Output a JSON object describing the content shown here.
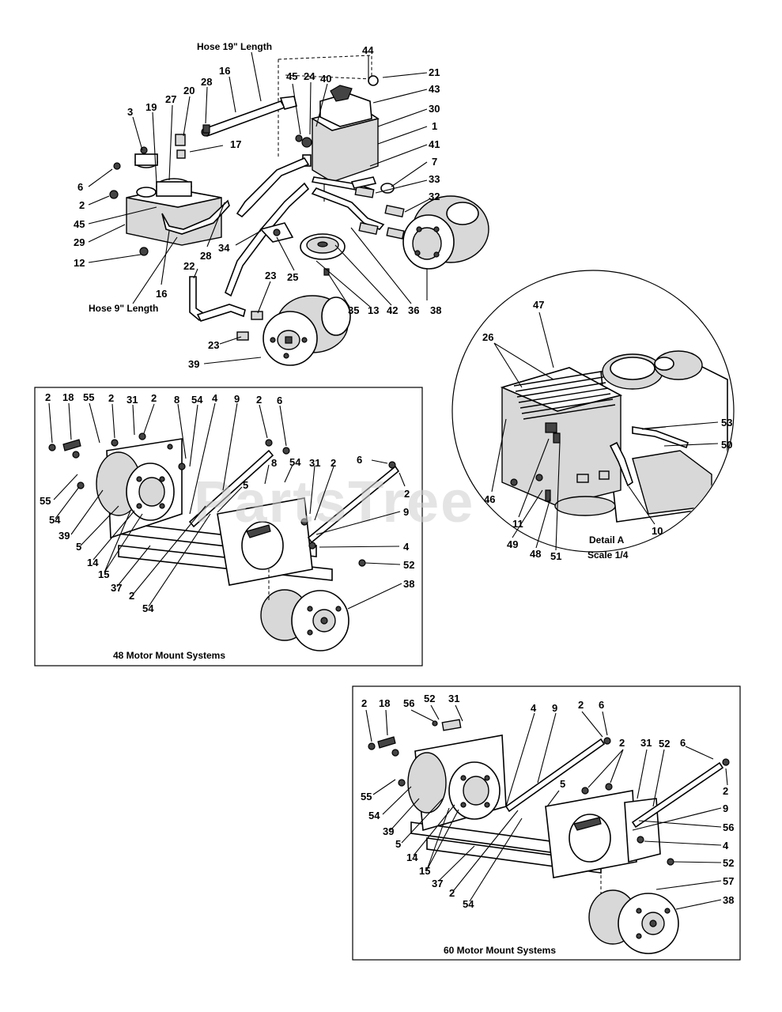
{
  "watermark": "PartsTree",
  "top_assembly": {
    "hose_19_label": "Hose 19\" Length",
    "hose_9_label": "Hose 9\" Length",
    "callouts": [
      "44",
      "21",
      "43",
      "30",
      "1",
      "41",
      "7",
      "33",
      "32",
      "38",
      "36",
      "42",
      "13",
      "35",
      "25",
      "34",
      "22",
      "23",
      "23",
      "39",
      "45",
      "24",
      "40",
      "16",
      "28",
      "20",
      "27",
      "19",
      "3",
      "17",
      "6",
      "2",
      "45",
      "29",
      "12",
      "16",
      "28"
    ]
  },
  "detail_a": {
    "title": "Detail A",
    "scale": "Scale 1/4",
    "callouts": [
      "47",
      "26",
      "53",
      "50",
      "46",
      "11",
      "49",
      "48",
      "51",
      "10"
    ]
  },
  "motor_mount_48": {
    "caption": "48 Motor Mount Systems",
    "callouts": [
      "2",
      "18",
      "55",
      "2",
      "31",
      "2",
      "8",
      "54",
      "4",
      "9",
      "2",
      "6",
      "55",
      "54",
      "39",
      "5",
      "14",
      "15",
      "37",
      "2",
      "54",
      "5",
      "8",
      "54",
      "31",
      "2",
      "6",
      "2",
      "9",
      "4",
      "52",
      "38"
    ]
  },
  "motor_mount_60": {
    "caption": "60 Motor Mount Systems",
    "callouts": [
      "2",
      "18",
      "56",
      "52",
      "31",
      "4",
      "9",
      "2",
      "6",
      "2",
      "31",
      "52",
      "6",
      "2",
      "9",
      "56",
      "4",
      "52",
      "57",
      "38",
      "55",
      "54",
      "39",
      "5",
      "14",
      "15",
      "37",
      "2",
      "54",
      "5"
    ]
  }
}
